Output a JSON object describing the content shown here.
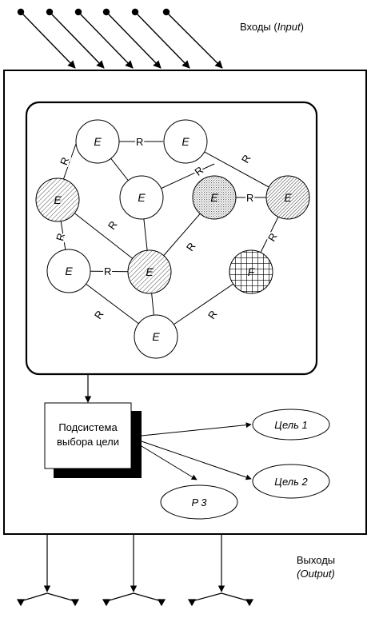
{
  "header": {
    "inputs_label": "Входы (",
    "inputs_label_en": "Input",
    "inputs_label_close": ")"
  },
  "footer": {
    "outputs_label": "Выходы",
    "outputs_label_en": "(Output)"
  },
  "network": {
    "node_label": "E",
    "special_node_label": "F",
    "relation_label": "R"
  },
  "subsystem": {
    "line1": "Подсистема",
    "line2": "выбора цели"
  },
  "goals": {
    "goal1": "Цель 1",
    "goal2": "Цель 2",
    "p3": "P 3"
  }
}
